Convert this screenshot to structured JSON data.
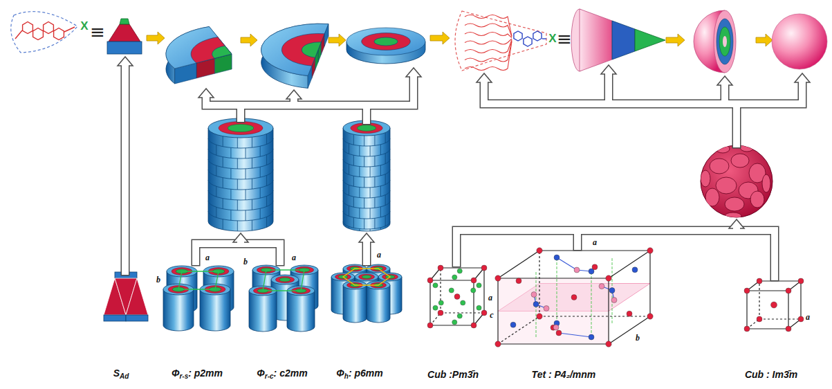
{
  "diagram": {
    "nodes": [
      {
        "text": [
          "X"
        ]
      },
      {
        "text": [
          "X"
        ]
      },
      {
        "text": [
          "S",
          "Ad"
        ]
      },
      {
        "text": [
          "Φ",
          "r-s",
          ": p2mm"
        ]
      },
      {
        "text": [
          "Φ",
          "r-c",
          ": c2mm"
        ]
      },
      {
        "text": [
          "Φ",
          "h",
          ": p6mm"
        ]
      },
      {
        "text": [
          "Cub :Pm3̄n"
        ]
      },
      {
        "text": [
          "Tet : P4₂/mnm"
        ]
      },
      {
        "text": [
          "Cub : Im3̄m"
        ]
      }
    ],
    "labels": [
      "≡",
      "≡",
      "a",
      "b",
      "b",
      "a",
      "a",
      "a",
      "a",
      "c",
      "b",
      "a"
    ]
  }
}
